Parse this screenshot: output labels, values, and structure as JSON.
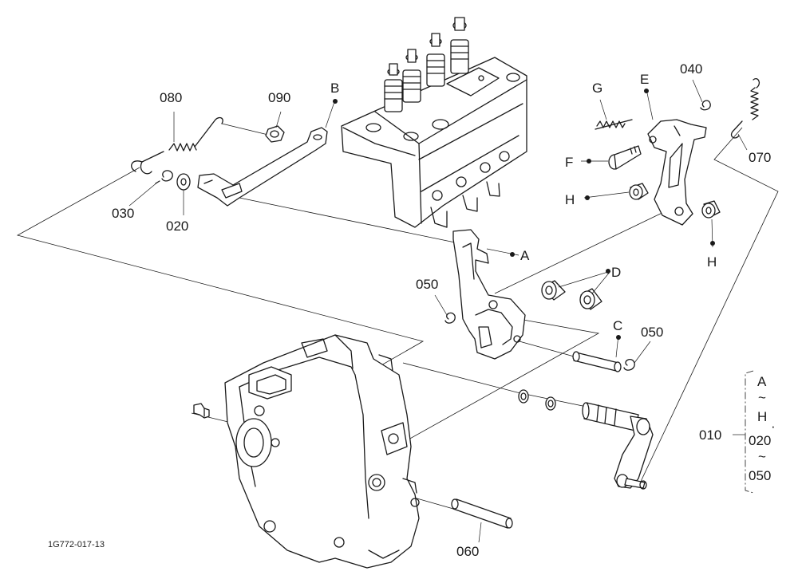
{
  "figure_code": "1G772-017-13",
  "callouts": {
    "p080": "080",
    "p090": "090",
    "pB": "B",
    "p030": "030",
    "p020": "020",
    "pG": "G",
    "pE": "E",
    "p040": "040",
    "p070": "070",
    "pF": "F",
    "pH1": "H",
    "pH2": "H",
    "pA": "A",
    "p050a": "050",
    "pD": "D",
    "pC": "C",
    "p050b": "050",
    "p060": "060"
  },
  "kit": {
    "part": "010",
    "range1_start": "A",
    "range1_tilde": "~",
    "range1_end": "H",
    "separator": "·",
    "range2_start": "020",
    "range2_tilde": "~",
    "range2_end": "050"
  },
  "colors": {
    "ink": "#1a1a1a",
    "paper": "#ffffff"
  }
}
